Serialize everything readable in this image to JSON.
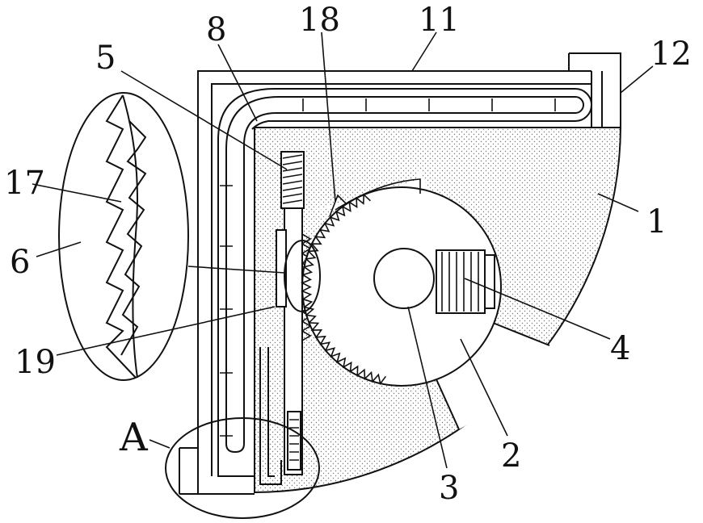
{
  "labels": {
    "n1": "1",
    "n2": "2",
    "n3": "3",
    "n4": "4",
    "n5": "5",
    "n6": "6",
    "n8": "8",
    "n11": "11",
    "n12": "12",
    "n17": "17",
    "n18": "18",
    "n19": "19",
    "detail_a": "A"
  }
}
